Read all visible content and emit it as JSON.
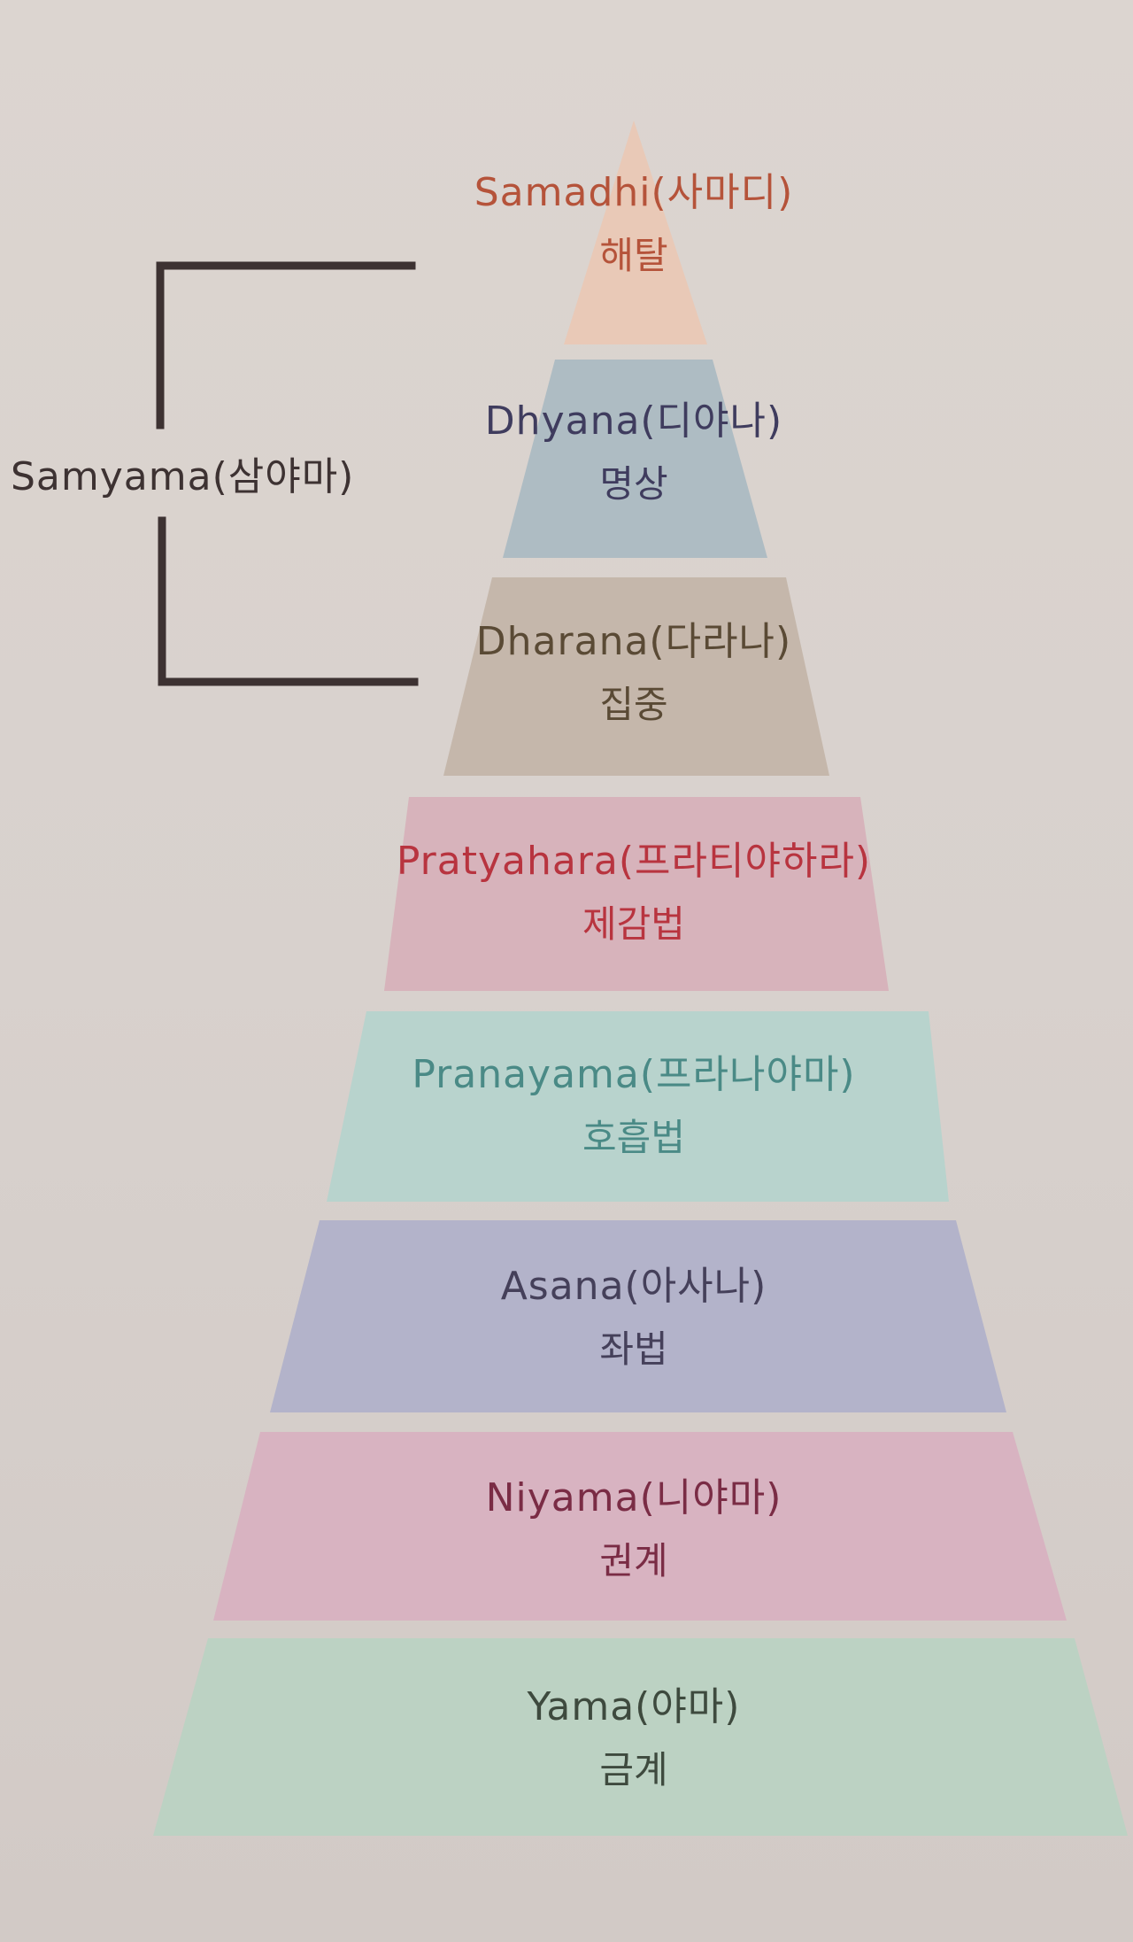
{
  "diagram": {
    "type": "pyramid",
    "bracket": {
      "label": "Samyama(삼야마)",
      "spans": [
        "Samadhi",
        "Dhyana",
        "Dharana"
      ],
      "color": "#3d3232"
    },
    "tiers": [
      {
        "en": "Samadhi(사마디)",
        "ko": "해탈",
        "fill": "#e9c9b7",
        "text": "#b5533a"
      },
      {
        "en": "Dhyana(디야나)",
        "ko": "명상",
        "fill": "#aebcc3",
        "text": "#3f3c5e"
      },
      {
        "en": "Dharana(다라나)",
        "ko": "집중",
        "fill": "#c5b7ab",
        "text": "#5a4a35"
      },
      {
        "en": "Pratyahara(프라티야하라)",
        "ko": "제감법",
        "fill": "#d7b3bb",
        "text": "#b8343f"
      },
      {
        "en": "Pranayama(프라나야마)",
        "ko": "호흡법",
        "fill": "#b8d3cd",
        "text": "#4a8a86"
      },
      {
        "en": "Asana(아사나)",
        "ko": "좌법",
        "fill": "#b3b3ca",
        "text": "#45405a"
      },
      {
        "en": "Niyama(니야마)",
        "ko": "권계",
        "fill": "#d8b3c1",
        "text": "#7a2c45"
      },
      {
        "en": "Yama(야마)",
        "ko": "금계",
        "fill": "#bcd2c3",
        "text": "#3e4a3e"
      }
    ]
  }
}
